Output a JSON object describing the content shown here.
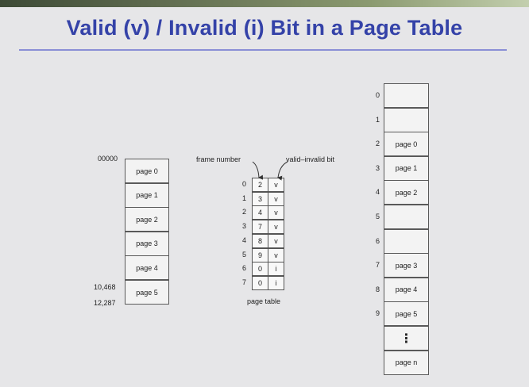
{
  "slide": {
    "title": "Valid (v) / Invalid (i) Bit in a Page Table"
  },
  "logical_memory": {
    "start_address": "00000",
    "addr_10468": "10,468",
    "addr_12287": "12,287",
    "pages": [
      "page 0",
      "page 1",
      "page 2",
      "page 3",
      "page 4",
      "page 5"
    ]
  },
  "page_table": {
    "frame_number_label": "frame number",
    "valid_invalid_label": "valid–invalid bit",
    "caption": "page table",
    "rows": [
      {
        "index": "0",
        "frame": "2",
        "bit": "v"
      },
      {
        "index": "1",
        "frame": "3",
        "bit": "v"
      },
      {
        "index": "2",
        "frame": "4",
        "bit": "v"
      },
      {
        "index": "3",
        "frame": "7",
        "bit": "v"
      },
      {
        "index": "4",
        "frame": "8",
        "bit": "v"
      },
      {
        "index": "5",
        "frame": "9",
        "bit": "v"
      },
      {
        "index": "6",
        "frame": "0",
        "bit": "i"
      },
      {
        "index": "7",
        "frame": "0",
        "bit": "i"
      }
    ]
  },
  "physical_memory": {
    "frames": [
      {
        "index": "0",
        "label": ""
      },
      {
        "index": "1",
        "label": ""
      },
      {
        "index": "2",
        "label": "page 0"
      },
      {
        "index": "3",
        "label": "page 1"
      },
      {
        "index": "4",
        "label": "page 2"
      },
      {
        "index": "5",
        "label": ""
      },
      {
        "index": "6",
        "label": ""
      },
      {
        "index": "7",
        "label": "page 3"
      },
      {
        "index": "8",
        "label": "page 4"
      },
      {
        "index": "9",
        "label": "page 5"
      },
      {
        "index": "",
        "label": "⋮"
      },
      {
        "index": "",
        "label": "page n"
      }
    ]
  }
}
